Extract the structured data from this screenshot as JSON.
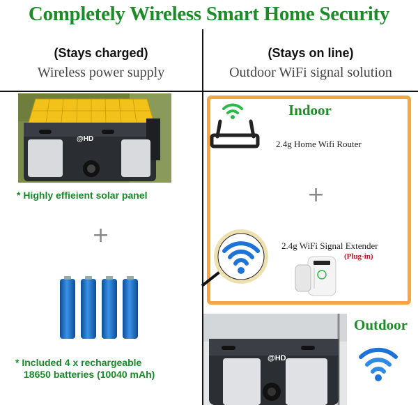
{
  "title": "Completely Wireless Smart Home Security",
  "left": {
    "heading": "(Stays charged)",
    "subheading": "Wireless power supply",
    "solar_caption": "* Highly effieient solar panel",
    "plus": "+",
    "battery_caption_line1": "* Included 4 x rechargeable",
    "battery_caption_line2": "18650 batteries (10040 mAh)",
    "brand_text": "@HD"
  },
  "right": {
    "heading": "(Stays on line)",
    "subheading": "Outdoor WiFi signal solution",
    "indoor_label": "Indoor",
    "router_label": "2.4g Home Wifi Router",
    "plus": "+",
    "extender_label": "2.4g WiFi Signal Extender",
    "plugin_label": "(Plug-in)",
    "outdoor_label": "Outdoor",
    "brand_text": "@HD"
  },
  "colors": {
    "title_green": "#1e8a2a",
    "caption_green": "#168a26",
    "indoor_border": "#f5a542",
    "wifi_blue": "#1e73d8",
    "wifi_green": "#2fb84a",
    "battery_blue": "#1a6fc8",
    "plugin_red": "#c0161c"
  }
}
